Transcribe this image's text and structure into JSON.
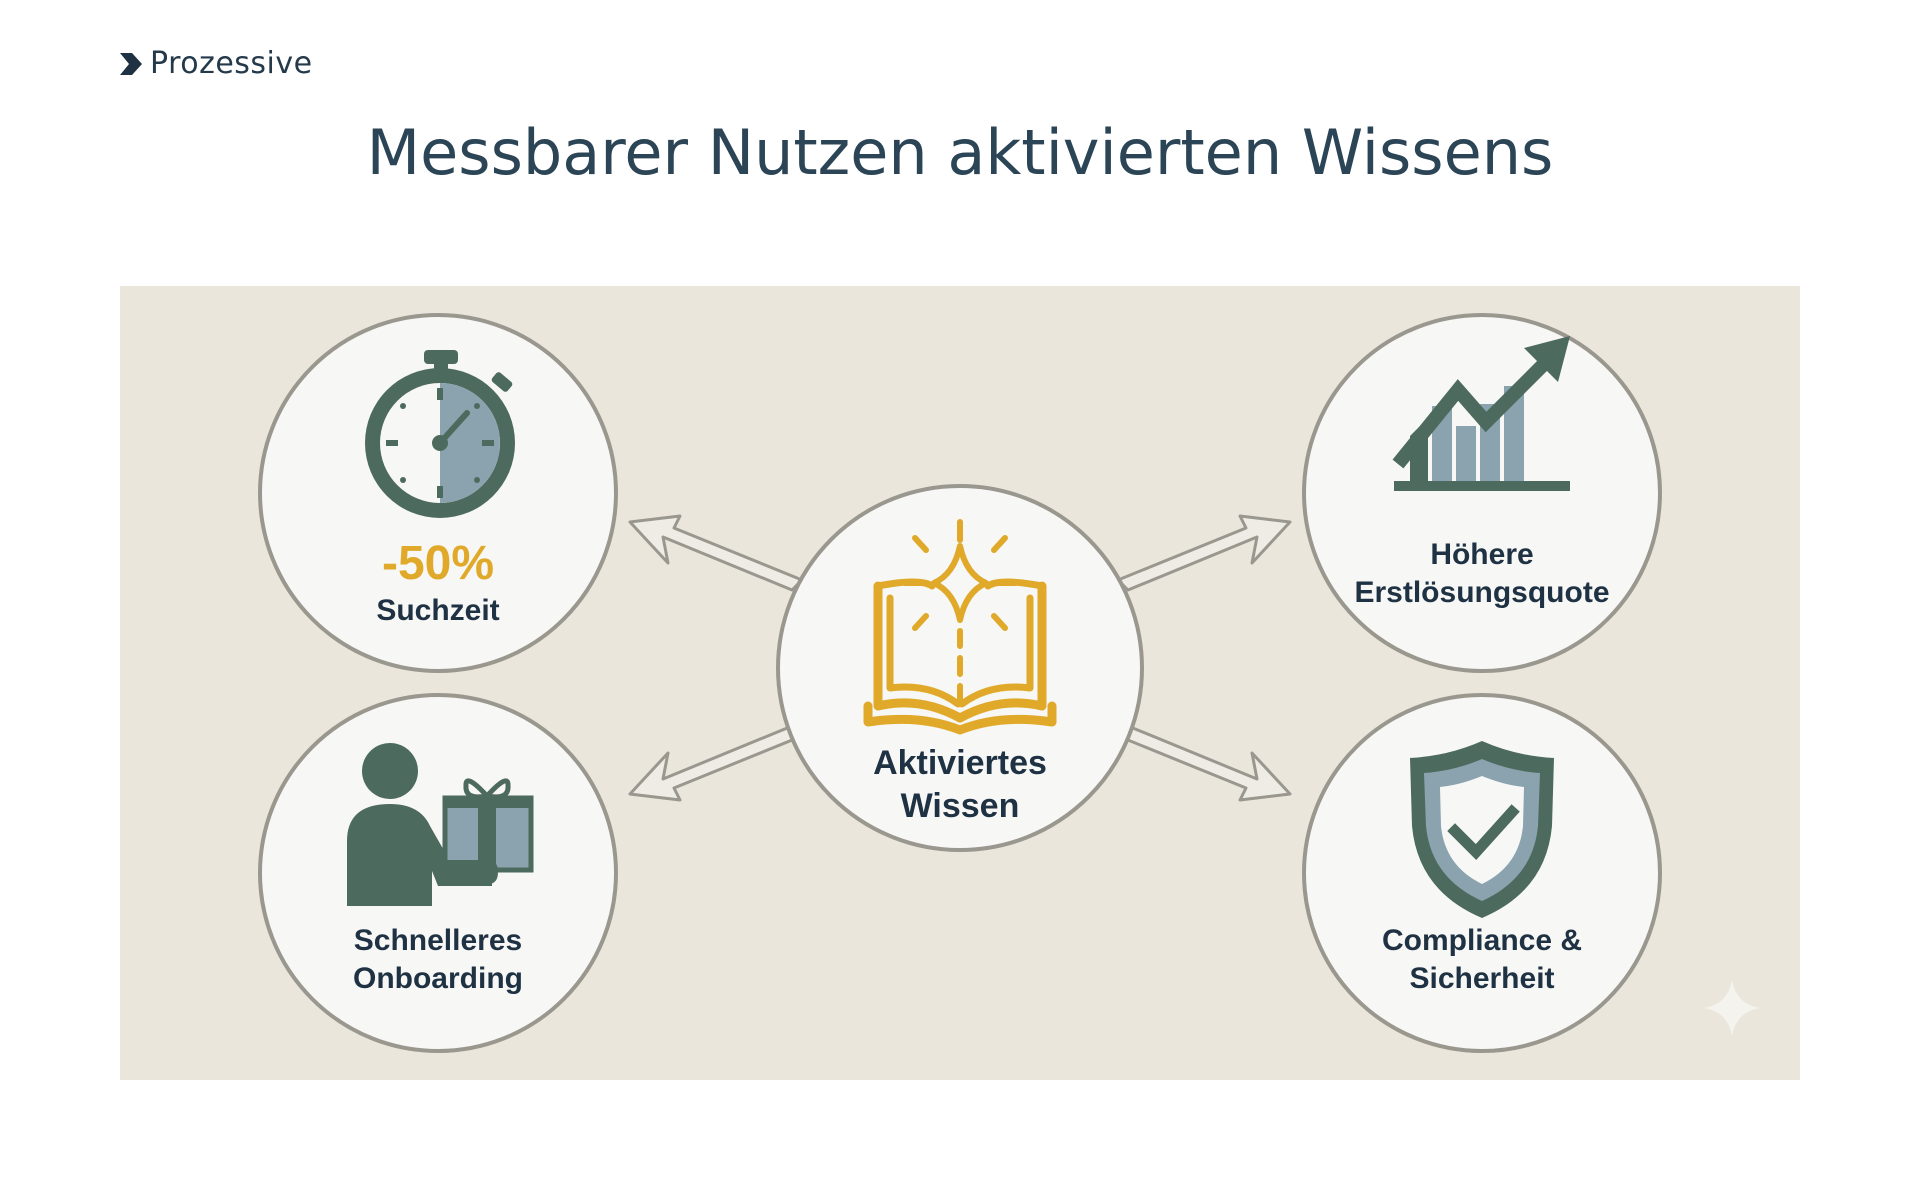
{
  "brand": {
    "name": "Prozessive",
    "mark_color": "#1f3244"
  },
  "title": "Messbarer Nutzen aktivierten Wissens",
  "colors": {
    "panel_bg": "#ebe6dc",
    "circle_fill": "#f7f7f5",
    "circle_stroke": "#9a978f",
    "dark_green": "#4d6a5e",
    "steel_blue": "#8aa3ae",
    "gold": "#e0a92a",
    "text": "#1f3244"
  },
  "center": {
    "icon": "open-book-icon",
    "line1": "Aktiviertes",
    "line2": "Wissen"
  },
  "nodes": {
    "search": {
      "icon": "stopwatch-icon",
      "value": "-50%",
      "label": "Suchzeit"
    },
    "resolution": {
      "icon": "growth-chart-icon",
      "line1": "Höhere",
      "line2": "Erstlösungsquote"
    },
    "onboarding": {
      "icon": "person-gift-icon",
      "line1": "Schnelleres",
      "line2": "Onboarding"
    },
    "compliance": {
      "icon": "shield-check-icon",
      "line1": "Compliance &",
      "line2": "Sicherheit"
    }
  }
}
